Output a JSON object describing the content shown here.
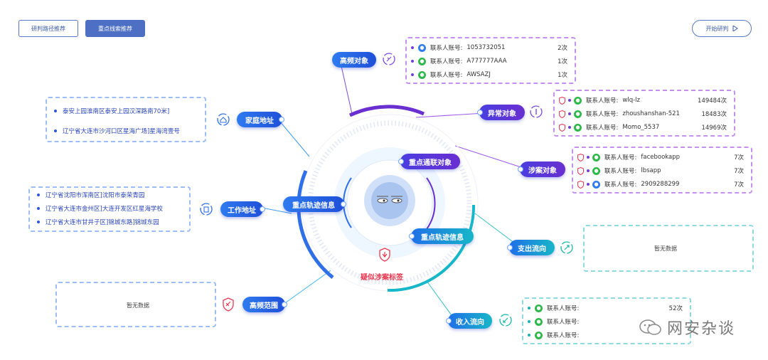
{
  "toolbar": {
    "btn_path": "研判路径推荐",
    "btn_track": "重点线索推荐",
    "btn_start": "开始研判",
    "start_icon": "play-triangle-icon"
  },
  "center": {
    "label_top": "重点通联对象",
    "label_left": "重点轨迹信息",
    "label_right": "重点轨迹信息",
    "tag": "疑似涉案标签",
    "tag_icon": "fire-shield-icon"
  },
  "nodes": {
    "high_freq": "高频对象",
    "abnormal": "异常对象",
    "involved": "涉案对象",
    "home": "家庭地址",
    "work": "工作地址",
    "range": "高频范围",
    "expense": "支出流向",
    "income": "收入流向"
  },
  "high_freq_list": [
    {
      "icon": "qq-icon",
      "label": "联系人账号:",
      "account": "1053732051",
      "count": "2次"
    },
    {
      "icon": "wechat-icon",
      "label": "联系人账号:",
      "account": "A777777AAA",
      "count": "1次"
    },
    {
      "icon": "wechat-icon",
      "label": "联系人账号:",
      "account": "AWSAZJ",
      "count": "1次"
    }
  ],
  "abnormal_list": [
    {
      "icon": "wechat-icon",
      "label": "联系人账号:",
      "account": "wlq-lz",
      "count": "149484次"
    },
    {
      "icon": "wechat-icon",
      "label": "联系人账号:",
      "account": "zhoushanshan-521",
      "count": "18483次"
    },
    {
      "icon": "wechat-icon",
      "label": "联系人账号:",
      "account": "Momo_5537",
      "count": "14969次"
    }
  ],
  "involved_list": [
    {
      "icon": "wechat-icon",
      "label": "联系人账号:",
      "account": "facebookapp",
      "count": "7次"
    },
    {
      "icon": "wechat-icon",
      "label": "联系人账号:",
      "account": "lbsapp",
      "count": "7次"
    },
    {
      "icon": "qq-icon",
      "label": "联系人账号:",
      "account": "2909288299",
      "count": "7次"
    }
  ],
  "home_list": [
    "泰安上园淮南区泰安上园汉深路南70米]",
    "辽宁省大连市沙河口区星海广场]星海湾壹号"
  ],
  "work_list": [
    "辽宁省沈阳市浑南区]沈阳市泰荣青园",
    "辽宁省大连市金州区]大连开发区红星海学校",
    "辽宁省大连市甘井子区]锦城东路]锦城东园"
  ],
  "range_empty": "暂无数据",
  "expense_empty": "暂无数据",
  "income_list": [
    {
      "icon": "wechat-icon",
      "label": "联系人账号:",
      "count": "52次"
    },
    {
      "icon": "wechat-icon",
      "label": "联系人账号:",
      "count": ""
    },
    {
      "icon": "wechat-icon",
      "label": "联系人账号:",
      "count": ""
    }
  ],
  "watermark": "网安杂谈",
  "colors": {
    "blue": "#2f6fe8",
    "purple": "#6a2fd0",
    "teal": "#17b6c8",
    "red": "#e8384f"
  }
}
